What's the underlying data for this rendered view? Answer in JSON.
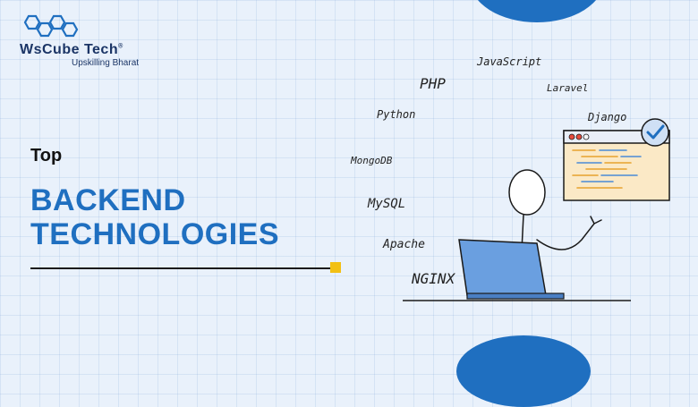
{
  "brand": {
    "name": "WsCube Tech",
    "trademark": "®",
    "tagline": "Upskilling Bharat"
  },
  "title": {
    "top": "Top",
    "line1": "BACKEND",
    "line2": "TECHNOLOGIES"
  },
  "technologies": [
    "JavaScript",
    "PHP",
    "Laravel",
    "Python",
    "Django",
    "MongoDB",
    "MySQL",
    "Apache",
    "NGINX"
  ],
  "colors": {
    "accent": "#1f6fc0",
    "brand_dark": "#1b3566",
    "highlight": "#f2c014",
    "background": "#e9f1fb"
  },
  "icons": [
    "hexagon-logo-icon",
    "check-badge-icon",
    "browser-window-icon",
    "laptop-icon"
  ]
}
